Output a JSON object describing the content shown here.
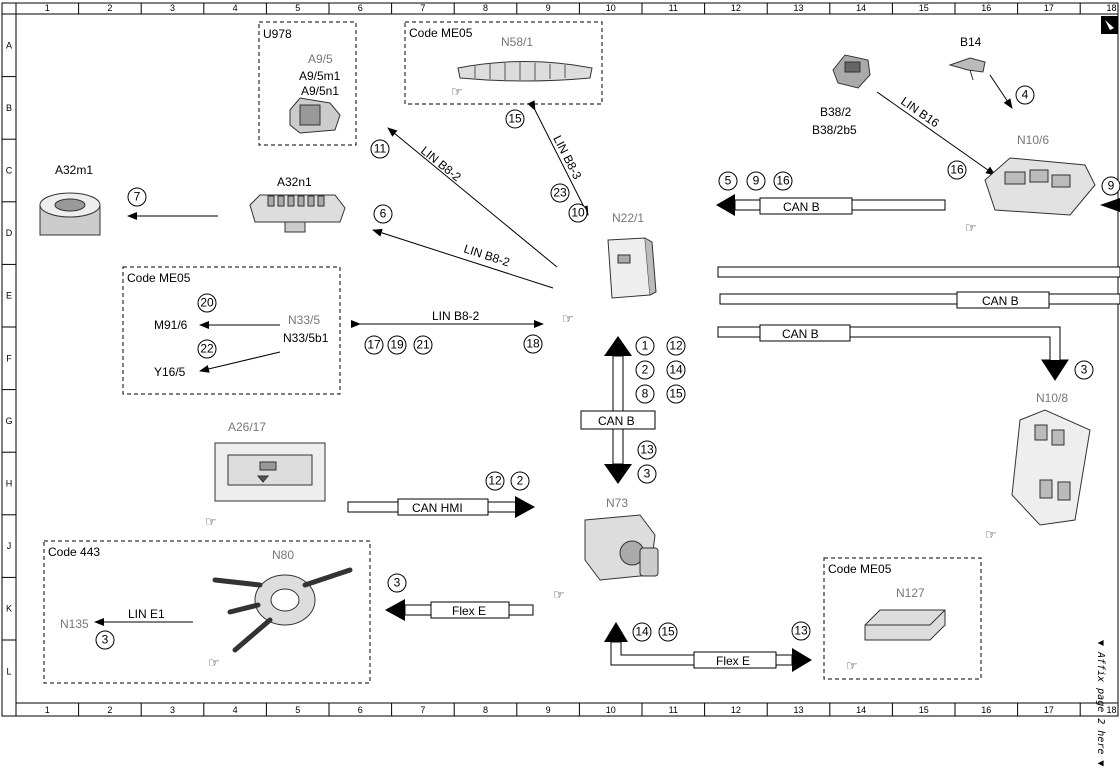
{
  "grid": {
    "columns": [
      "1",
      "2",
      "3",
      "4",
      "5",
      "6",
      "7",
      "8",
      "9",
      "10",
      "11",
      "12",
      "13",
      "14",
      "15",
      "16",
      "17",
      "18"
    ],
    "rows": [
      "A",
      "B",
      "C",
      "D",
      "E",
      "F",
      "G",
      "H",
      "J",
      "K",
      "L"
    ]
  },
  "components": {
    "u978": "U978",
    "a9_5": "A9/5",
    "a9_5m1": "A9/5m1",
    "a9_5n1": "A9/5n1",
    "n58_1": "N58/1",
    "b14": "B14",
    "b38_2": "B38/2",
    "b38_2b5": "B38/2b5",
    "n10_6": "N10/6",
    "a32m1": "A32m1",
    "a32n1": "A32n1",
    "n22_1": "N22/1",
    "n33_5": "N33/5",
    "n33_5b1": "N33/5b1",
    "m91_6": "M91/6",
    "y16_5": "Y16/5",
    "a26_17": "A26/17",
    "n73": "N73",
    "n10_8": "N10/8",
    "n80": "N80",
    "n135": "N135",
    "n127": "N127"
  },
  "codes": {
    "me05_top": "Code ME05",
    "me05_left": "Code ME05",
    "c443": "Code 443",
    "me05_bottom": "Code ME05"
  },
  "buses": {
    "lin_b8_2_a": "LIN B8-2",
    "lin_b8_2_b": "LIN B8-2",
    "lin_b8_2_c": "LIN B8-2",
    "lin_b8_3": "LIN B8-3",
    "lin_b16": "LIN B16",
    "can_b_1": "CAN B",
    "can_b_2": "CAN B",
    "can_b_3": "CAN B",
    "can_b_4": "CAN B",
    "can_hmi": "CAN HMI",
    "flex_e_1": "Flex E",
    "flex_e_2": "Flex E",
    "lin_e1": "LIN E1"
  },
  "circles": {
    "c4": "4",
    "c11": "11",
    "c15a": "15",
    "c23": "23",
    "c10": "10",
    "c7": "7",
    "c6": "6",
    "c16a": "16",
    "c5": "5",
    "c9a": "9",
    "c16b": "16",
    "c9b": "9",
    "c20": "20",
    "c22": "22",
    "c17": "17",
    "c19": "19",
    "c21": "21",
    "c18": "18",
    "c1": "1",
    "c12a": "12",
    "c2a": "2",
    "c14a": "14",
    "c8": "8",
    "c15b": "15",
    "c13a": "13",
    "c3a": "3",
    "c12b": "12",
    "c2b": "2",
    "c3b": "3",
    "c3c": "3",
    "c14b": "14",
    "c15c": "15",
    "c13b": "13",
    "c3d": "3"
  },
  "affix_note": "▼ Affix page 2 here ▼"
}
